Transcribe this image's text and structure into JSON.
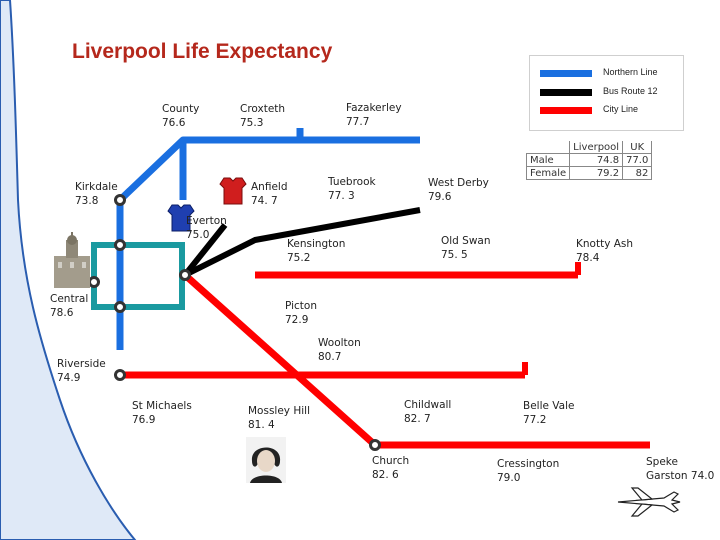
{
  "title": "Liverpool Life Expectancy",
  "legend": [
    {
      "label": "Northern Line",
      "color": "#1a6fe0"
    },
    {
      "label": "Bus Route 12",
      "color": "#000000"
    },
    {
      "label": "City Line",
      "color": "#ff0000"
    }
  ],
  "loop_color": "#1a9aa0",
  "stations": {
    "county": {
      "name": "County",
      "value": "76.6"
    },
    "croxteth": {
      "name": "Croxteth",
      "value": "75.3"
    },
    "fazakerley": {
      "name": "Fazakerley",
      "value": "77.7"
    },
    "kirkdale": {
      "name": "Kirkdale",
      "value": "73.8"
    },
    "anfield": {
      "name": "Anfield",
      "value": "74. 7"
    },
    "tuebrook": {
      "name": "Tuebrook",
      "value": "77. 3"
    },
    "west_derby": {
      "name": "West Derby",
      "value": "79.6"
    },
    "everton": {
      "name": "Everton",
      "value": "75.0"
    },
    "kensington": {
      "name": "Kensington",
      "value": "75.2"
    },
    "old_swan": {
      "name": "Old Swan",
      "value": "75. 5"
    },
    "knotty_ash": {
      "name": "Knotty Ash",
      "value": "78.4"
    },
    "central": {
      "name": "Central",
      "value": "78.6"
    },
    "picton": {
      "name": "Picton",
      "value": "72.9"
    },
    "woolton": {
      "name": "Woolton",
      "value": "80.7"
    },
    "riverside": {
      "name": "Riverside",
      "value": "74.9"
    },
    "st_michaels": {
      "name": "St Michaels",
      "value": "76.9"
    },
    "mossley_hill": {
      "name": "Mossley Hill",
      "value": "81. 4"
    },
    "childwall": {
      "name": "Childwall",
      "value": "82. 7"
    },
    "belle_vale": {
      "name": "Belle Vale",
      "value": "77.2"
    },
    "church": {
      "name": "Church",
      "value": "82. 6"
    },
    "cressington": {
      "name": "Cressington",
      "value": "79.0"
    },
    "speke": {
      "name": "Speke",
      "value": "Garston 74.0"
    }
  },
  "stats_table": {
    "headers": [
      "Liverpool",
      "UK"
    ],
    "rows": [
      {
        "label": "Male",
        "liverpool": "74.8",
        "uk": "77.0"
      },
      {
        "label": "Female",
        "liverpool": "79.2",
        "uk": "82"
      }
    ]
  }
}
